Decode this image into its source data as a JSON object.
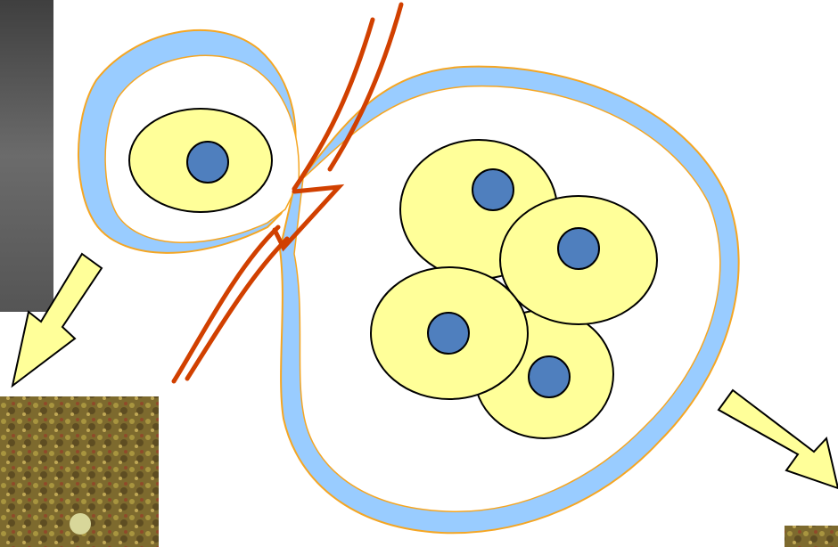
{
  "diagram": {
    "colors": {
      "background": "#ffffff",
      "membrane_fill": "#99ccff",
      "membrane_outline": "#f5a623",
      "cell_fill": "#ffff99",
      "cell_outline": "#000000",
      "nucleus_fill": "#4f7fbe",
      "nucleus_outline": "#000000",
      "stalk": "#d14000",
      "arrow_fill": "#ffff99",
      "arrow_outline": "#000000",
      "photo_dark": "#5d5d5d",
      "photo_moss": "#8a7a3a"
    },
    "elements": {
      "small_sac_cells": 1,
      "large_sac_cells": 4,
      "arrows": 2,
      "photos": 3
    }
  }
}
